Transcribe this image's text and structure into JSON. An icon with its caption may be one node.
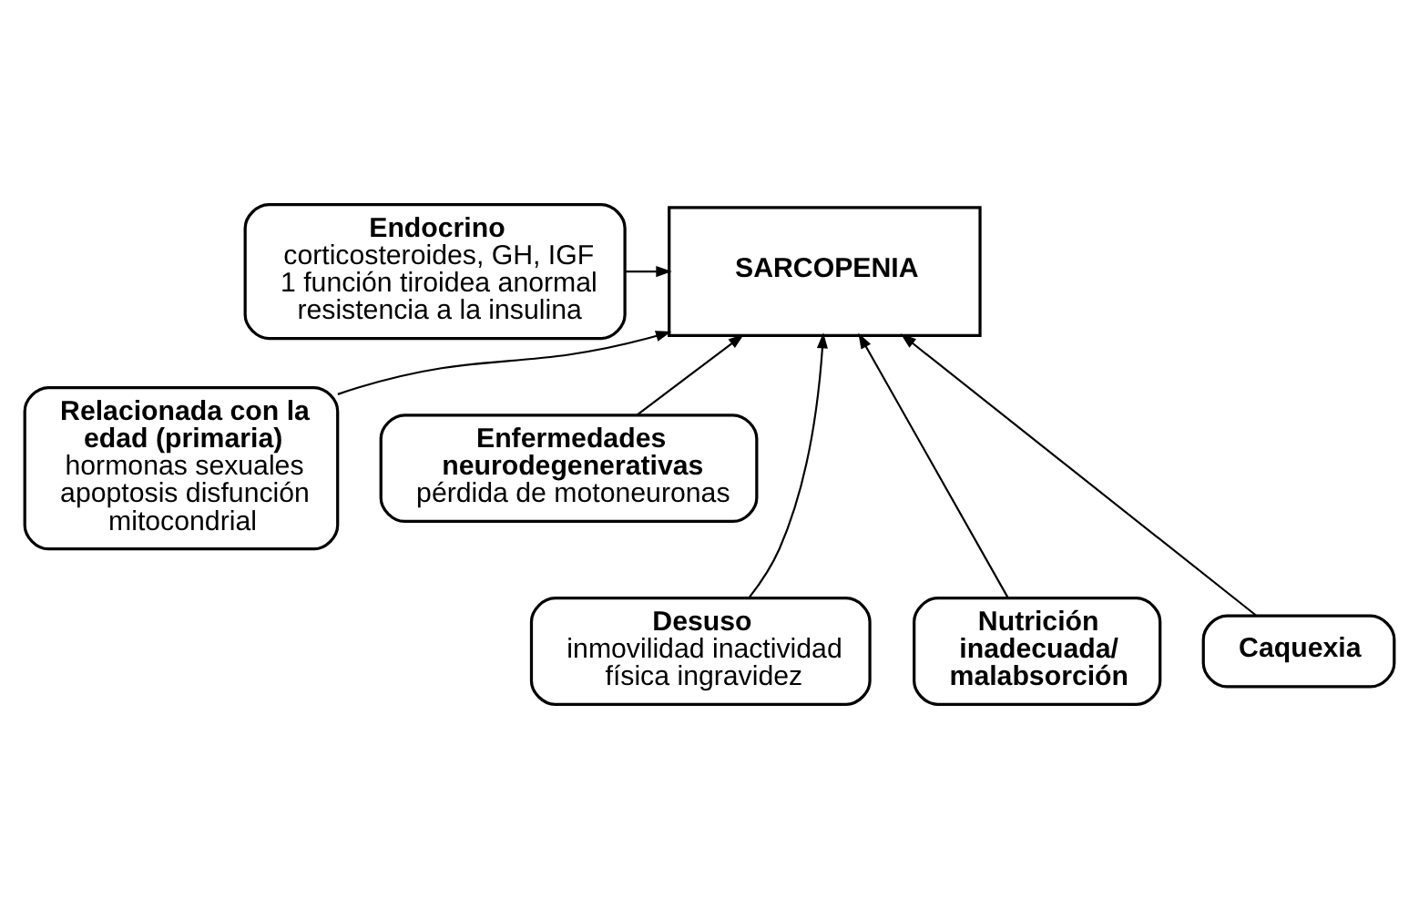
{
  "diagram": {
    "nodes": [
      {
        "text": [
          "SARCOPENIA"
        ]
      },
      {
        "text": [
          "Endocrino",
          "corticosteroides, GH, IGF 1 función tiroidea anormal resistencia a la insulina"
        ]
      },
      {
        "text": [
          "Relacionada con la edad (primaria)",
          "hormonas sexuales apoptosis disfunción mitocondrial"
        ]
      },
      {
        "text": [
          "Enfermedades neurodegenerativas",
          "pérdida de motoneuronas"
        ]
      },
      {
        "text": [
          "Desuso",
          "inmovilidad inactividad física ingravidez"
        ]
      },
      {
        "text": [
          "Nutrición inadecuada/ malabsorción"
        ]
      },
      {
        "text": [
          "Caquexia"
        ]
      }
    ],
    "edges": [
      {
        "from": 1,
        "to": 0,
        "arrow": "to"
      },
      {
        "from": 3,
        "to": 0,
        "arrow": "to"
      },
      {
        "from": 2,
        "to": 0,
        "arrow": "to"
      },
      {
        "from": 4,
        "to": 0,
        "arrow": "to"
      },
      {
        "from": 5,
        "to": 0,
        "arrow": "to"
      },
      {
        "from": 6,
        "to": 0,
        "arrow": "to"
      }
    ]
  }
}
